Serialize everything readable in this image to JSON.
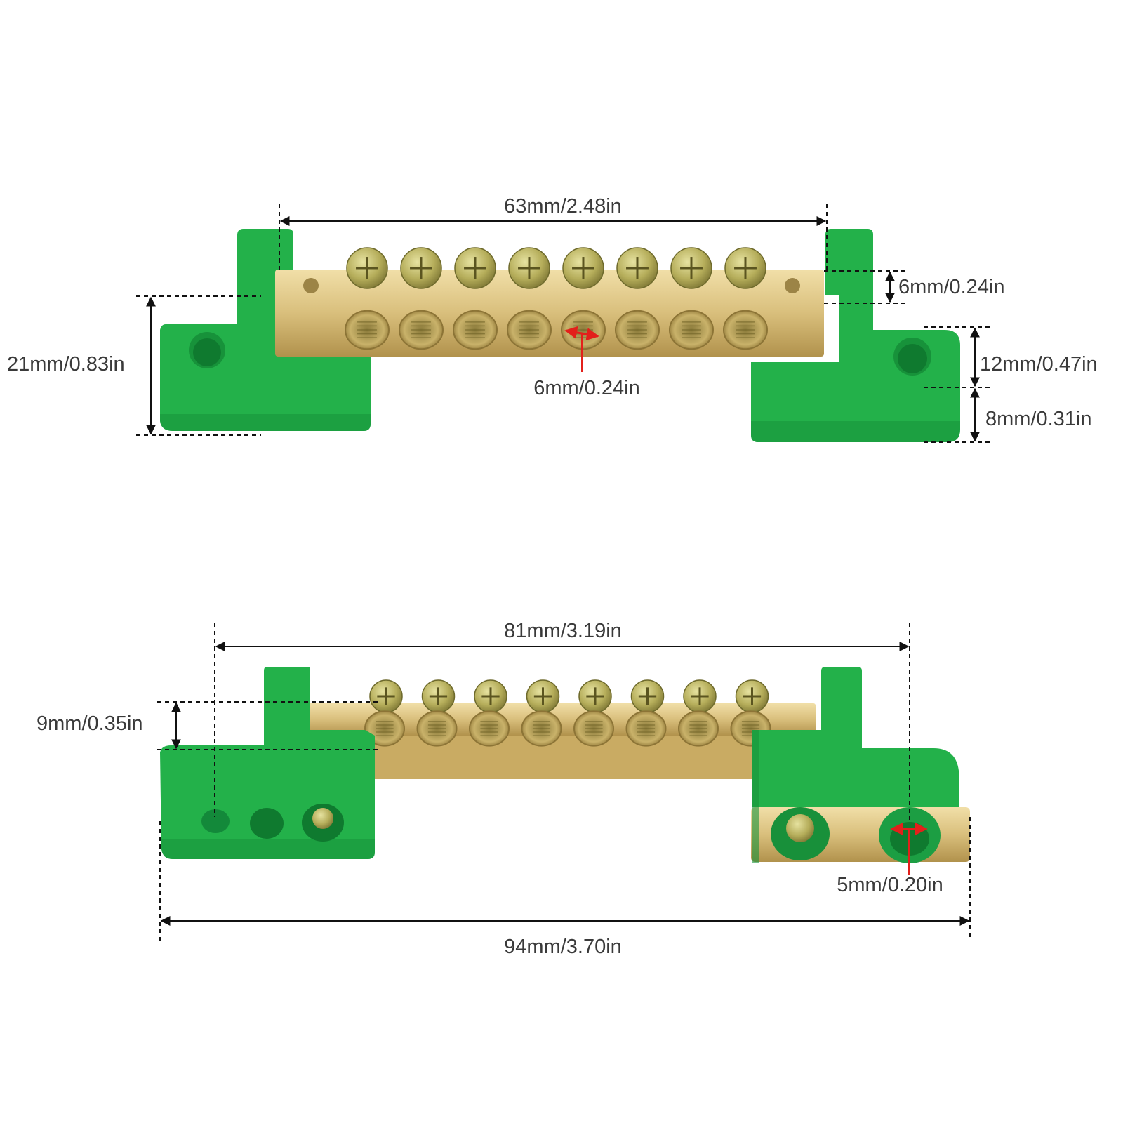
{
  "colors": {
    "insulator_green": "#23b14a",
    "insulator_shadow": "#17923a",
    "brass": "#d9bf7c",
    "brass_dark": "#b1924c",
    "screw": "#a8a050",
    "dimension_line": "#111111",
    "highlight_arrow": "#e3201b",
    "label_text": "#3a3a3a"
  },
  "top_view": {
    "screw_count": 8,
    "dimensions": {
      "bar_length": "63mm/2.48in",
      "bar_height": "6mm/0.24in",
      "total_height": "21mm/0.83in",
      "hole_diameter": "6mm/0.24in",
      "foot_height": "12mm/0.47in",
      "base_height": "8mm/0.31in"
    }
  },
  "bottom_view": {
    "screw_count": 8,
    "dimensions": {
      "mount_span": "81mm/3.19in",
      "bar_depth": "9mm/0.35in",
      "mount_hole": "5mm/0.20in",
      "overall_length": "94mm/3.70in"
    }
  }
}
